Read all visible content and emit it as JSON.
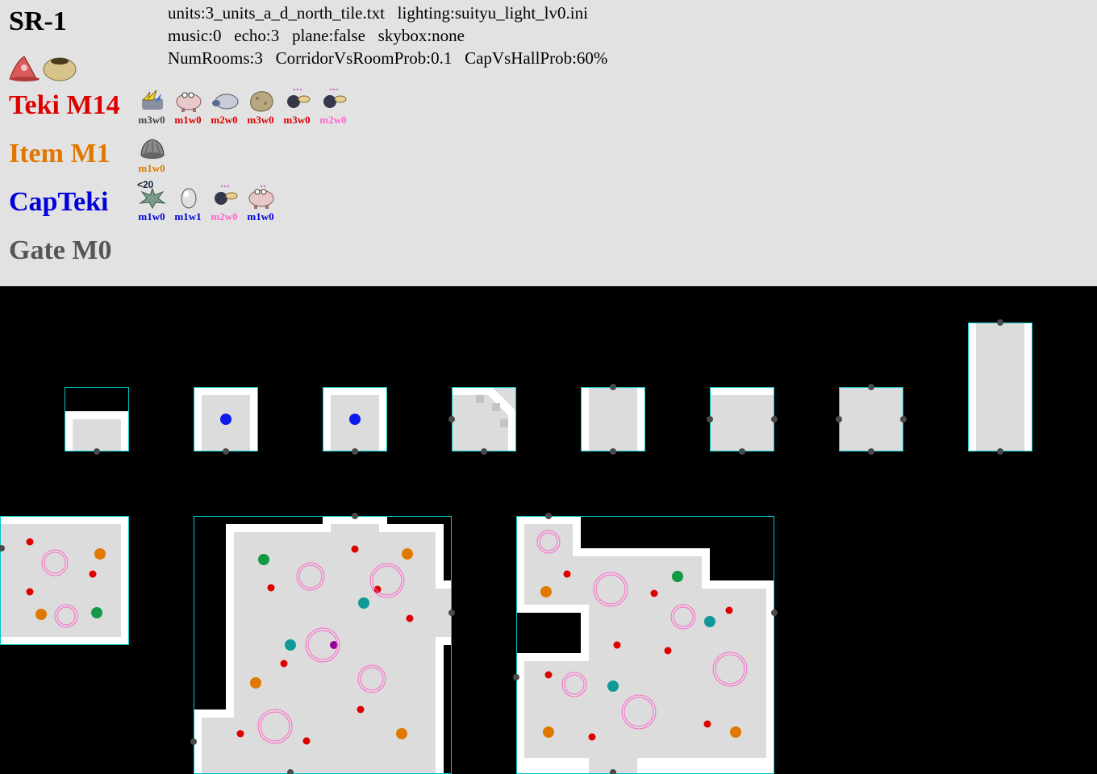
{
  "header": {
    "title": "SR-1",
    "info_line1": "units:3_units_a_d_north_tile.txt   lighting:suityu_light_lv0.ini",
    "info_line2": "music:0   echo:3   plane:false   skybox:none",
    "info_line3": "NumRooms:3   CorridorVsRoomProb:0.1   CapVsHallProb:60%"
  },
  "categories": {
    "teki": "Teki M14",
    "item": "Item M1",
    "capteki": "CapTeki",
    "gate": "Gate M0"
  },
  "teki_entries": [
    {
      "icon": "electric-hazard-icon",
      "count": "m3w0",
      "color": "#444444"
    },
    {
      "icon": "bulborb-pink-icon",
      "count": "m1w0",
      "color": "#dd0000"
    },
    {
      "icon": "sheargrub-icon",
      "count": "m2w0",
      "color": "#dd0000"
    },
    {
      "icon": "boulder-icon",
      "count": "m3w0",
      "color": "#dd0000"
    },
    {
      "icon": "falling-bomb-icon",
      "count": "m3w0",
      "color": "#dd0000"
    },
    {
      "icon": "falling-bomb-icon",
      "count": "m2w0",
      "color": "#ff66cc"
    }
  ],
  "item_entries": [
    {
      "icon": "shell-treasure-icon",
      "count": "m1w0",
      "color": "#e07800"
    }
  ],
  "capteki_entries": [
    {
      "icon": "spiky-plant-icon",
      "count": "m1w0",
      "color": "#0000dd",
      "badge": "<20"
    },
    {
      "icon": "egg-icon",
      "count": "m1w1",
      "color": "#0000dd"
    },
    {
      "icon": "falling-bomb-icon",
      "count": "m2w0",
      "color": "#ff66cc"
    },
    {
      "icon": "bulborb-pink-icon",
      "count": "m1w0",
      "color": "#0000dd"
    }
  ],
  "colors": {
    "header_bg": "#e2e2e2",
    "map_bg": "#000000",
    "tile_floor": "#dcdcdc",
    "tile_wall": "#ffffff",
    "tile_border": "#00c8c8",
    "door": "#4a4a4a",
    "teki_spot": "#dd0000",
    "item_spot": "#e07800",
    "plant_spot": "#119944",
    "capteki_spot": "#119999",
    "start_spot": "#ff66cc",
    "special_spot": "#990099",
    "hole_spot": "#0a1aee"
  }
}
